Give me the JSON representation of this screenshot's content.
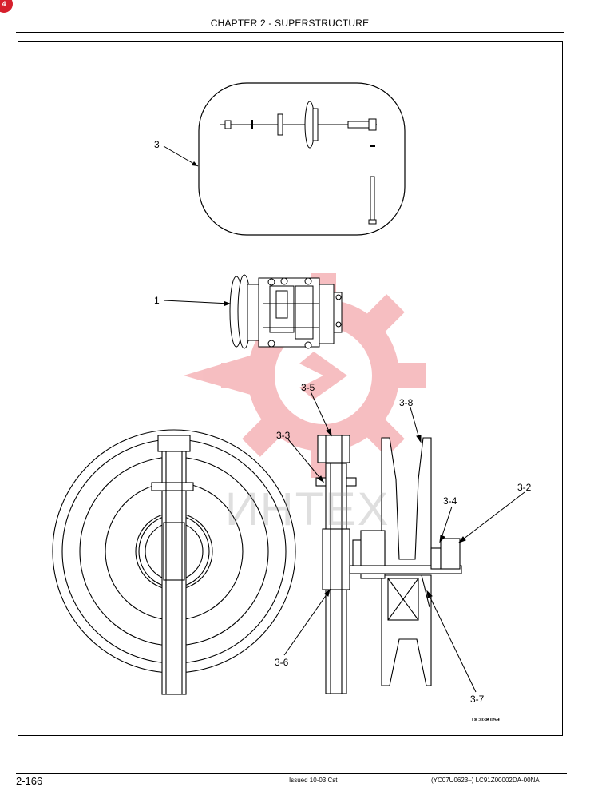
{
  "header": {
    "chapter_title": "CHAPTER 2 - SUPERSTRUCTURE"
  },
  "corner_mark": {
    "text": "4"
  },
  "callouts": {
    "c1": "1",
    "c3": "3",
    "c3_2": "3-2",
    "c3_3": "3-3",
    "c3_4": "3-4",
    "c3_5": "3-5",
    "c3_6": "3-6",
    "c3_7": "3-7",
    "c3_8": "3-8"
  },
  "watermark": {
    "text": "ИНТЕХ",
    "color": "#e8474f"
  },
  "drawing_code": "DC03K059",
  "footer": {
    "page_number": "2-166",
    "issued": "Issued 10-03   Cst",
    "doc_ref": "(YC07U0623–)   LC91Z00002DA-00NA"
  },
  "icons": [
    "gear-watermark-icon",
    "compressor-illustration",
    "pulley-illustration"
  ]
}
